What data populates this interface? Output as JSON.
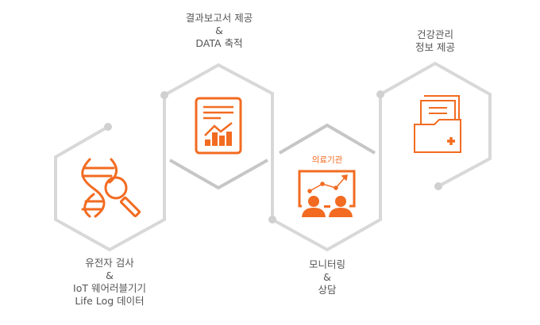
{
  "steps": [
    {
      "lines": [
        "유전자 검사",
        "&",
        "IoT 웨어러블기기",
        "Life Log 데이터"
      ],
      "icon": "dna-magnifier-icon"
    },
    {
      "lines": [
        "결과보고서 제공",
        "&",
        "DATA 축적"
      ],
      "icon": "report-chart-icon"
    },
    {
      "lines": [
        "모니터링",
        "&",
        "상담"
      ],
      "icon": "monitoring-consultation-icon",
      "tag": "의료기관"
    },
    {
      "lines": [
        "건강관리",
        "정보 제공"
      ],
      "icon": "medical-folder-icon"
    }
  ],
  "colors": {
    "accent": "#f26b21",
    "line": "#d8d8d8",
    "chevron": "#c6c6c6",
    "text": "#555555"
  }
}
